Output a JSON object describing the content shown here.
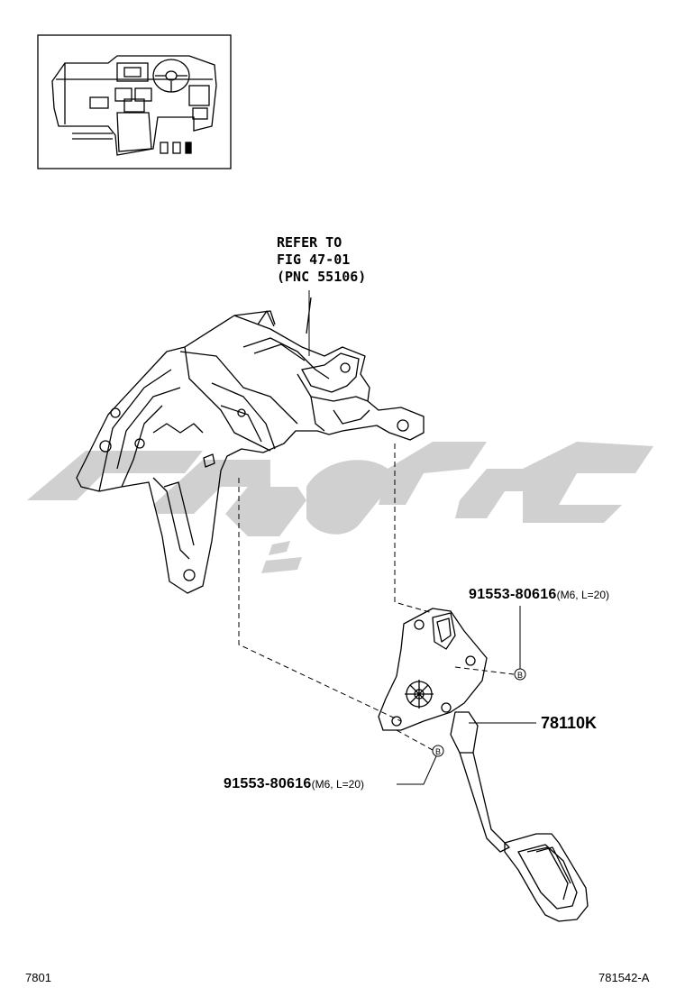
{
  "refer_note": {
    "line1": "REFER TO",
    "line2": "FIG 47-01",
    "line3": "(PNC 55106)"
  },
  "callouts": {
    "bolt_upper": {
      "part_no": "91553-80616",
      "spec": "(M6, L=20)",
      "marker": "B"
    },
    "bolt_lower": {
      "part_no": "91553-80616",
      "spec": "(M6, L=20)",
      "marker": "B"
    },
    "pedal_assy": {
      "part_no": "78110K"
    }
  },
  "footer": {
    "left_code": "7801",
    "right_code": "781542-A"
  },
  "colors": {
    "line": "#000000",
    "watermark": "#c8c8c8",
    "background": "#ffffff"
  }
}
